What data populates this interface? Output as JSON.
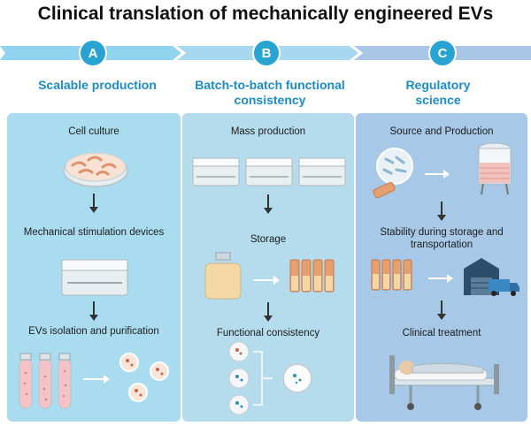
{
  "title": "Clinical translation of mechanically engineered EVs",
  "columns": [
    {
      "badge": "A",
      "heading": "Scalable production",
      "steps": [
        "Cell culture",
        "Mechanical stimulation devices",
        "EVs isolation and purification"
      ]
    },
    {
      "badge": "B",
      "heading": "Batch-to-batch functional consistency",
      "steps": [
        "Mass production",
        "Storage",
        "Functional consistency"
      ]
    },
    {
      "badge": "C",
      "heading": "Regulatory science",
      "steps": [
        "Source and Production",
        "Stability during storage and transportation",
        "Clinical treatment"
      ]
    }
  ],
  "colors": {
    "accent": "#29a3d1",
    "heading": "#1a8cc7",
    "panel_a": "#a9dcef",
    "panel_b": "#b5dcec",
    "panel_c": "#a7c8e6"
  }
}
